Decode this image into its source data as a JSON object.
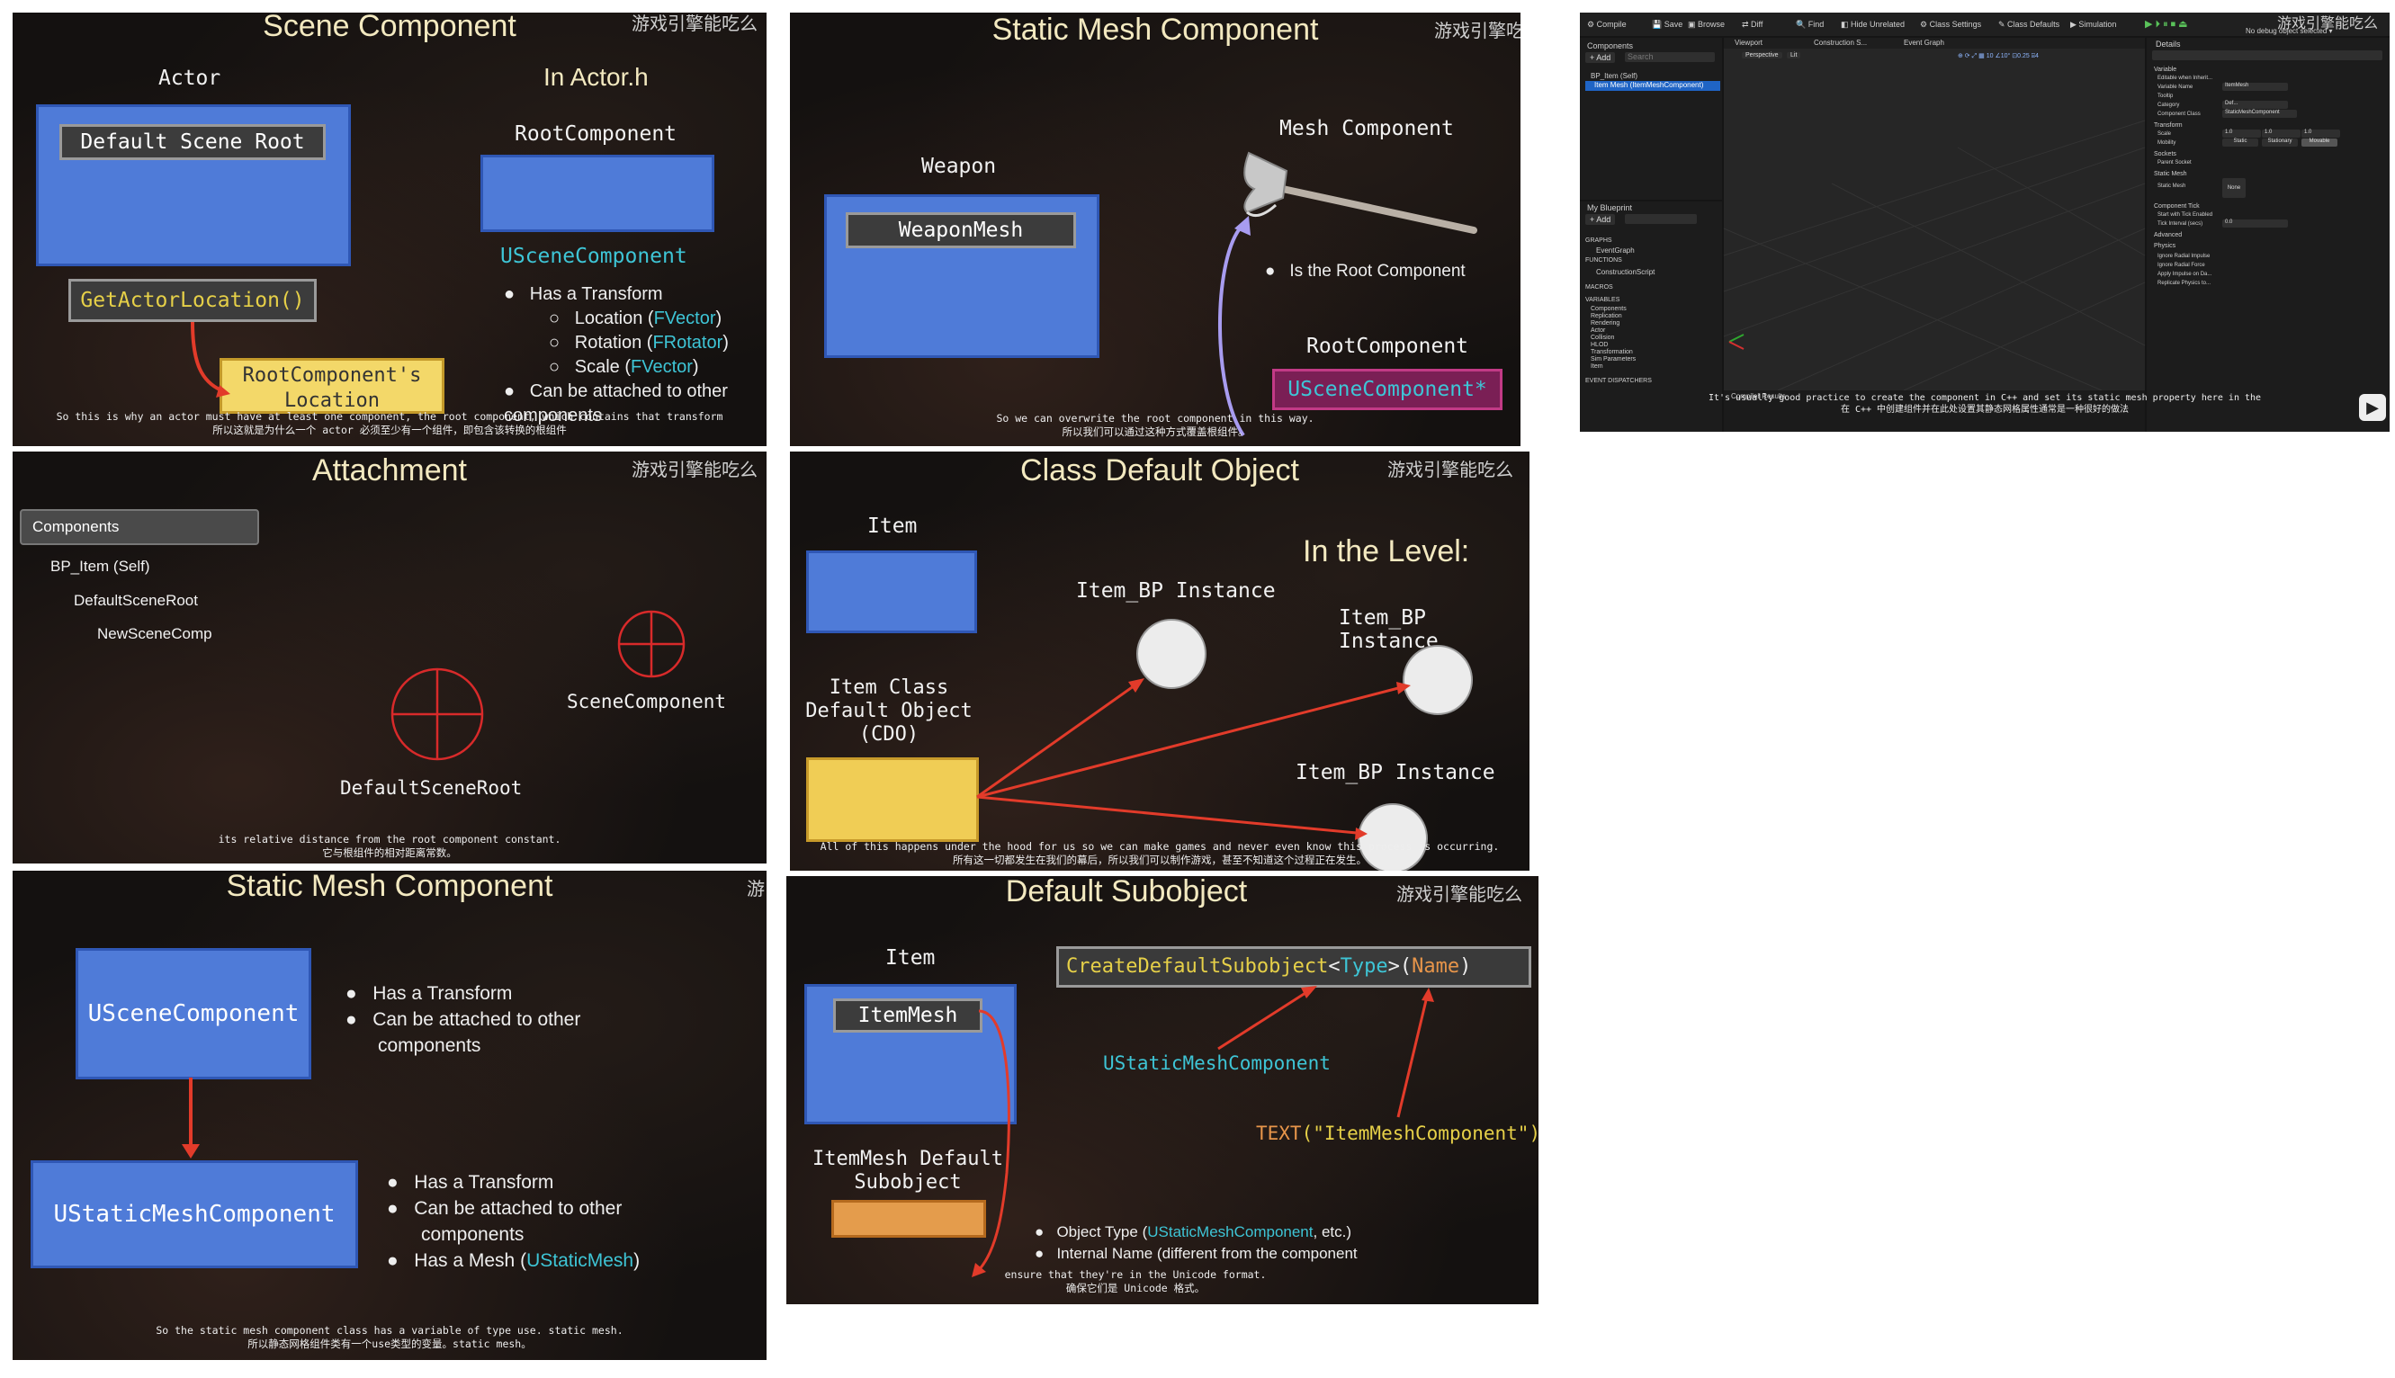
{
  "slides": {
    "scene_component": {
      "title": "Scene Component",
      "watermark": "游戏引擎能吃么",
      "actor_label": "Actor",
      "default_scene_root": "Default Scene Root",
      "get_actor_location": "GetActorLocation()",
      "root_component_location": "RootComponent's Location",
      "in_actor_h": "In Actor.h",
      "root_component": "RootComponent",
      "uscene_component": "USceneComponent",
      "bullets": [
        "Has a Transform",
        "Can be attached to other components"
      ],
      "sub_bullets": [
        {
          "name": "Location",
          "type": "FVector"
        },
        {
          "name": "Rotation",
          "type": "FRotator"
        },
        {
          "name": "Scale",
          "type": "FVector"
        }
      ],
      "subtitle_en": "So this is why an actor must have at least one component, the root component, which contains that transform",
      "subtitle_zh": "所以这就是为什么一个 actor 必须至少有一个组件，即包含该转换的根组件"
    },
    "static_mesh_1": {
      "title": "Static Mesh Component",
      "watermark": "游戏引擎吃",
      "weapon_label": "Weapon",
      "weapon_mesh": "WeaponMesh",
      "mesh_component": "Mesh Component",
      "bullet": "Is the Root Component",
      "root_component": "RootComponent",
      "uscene_component_ptr": "USceneComponent*",
      "subtitle_en": "So we can overwrite the root component in this way.",
      "subtitle_zh": "所以我们可以通过这种方式覆盖根组件。"
    },
    "editor": {
      "toolbar": [
        "Compile",
        "Save",
        "Browse",
        "Diff",
        "Find",
        "Hide Unrelated",
        "Class Settings",
        "Class Defaults",
        "Simulation"
      ],
      "watermark": "游戏引擎能吃么",
      "debug_selector": "No debug object selected",
      "components_tab": "Components",
      "add_button": "+ Add",
      "search_placeholder": "Search",
      "tree": [
        "BP_Item (Self)",
        "Item Mesh (ItemMeshComponent)"
      ],
      "my_blueprint_tab": "My Blueprint",
      "graphs_section": "GRAPHS",
      "graphs": [
        "EventGraph"
      ],
      "functions_section": "FUNCTIONS",
      "functions": [
        "ConstructionScript"
      ],
      "macros_section": "MACROS",
      "variables_section": "VARIABLES",
      "variable_categories": [
        "Components",
        "Replication",
        "Rendering",
        "Actor",
        "Collision",
        "HLOD",
        "Transformation",
        "Sim Parameters",
        "Item"
      ],
      "dispatchers_section": "EVENT DISPATCHERS",
      "viewport_tabs": [
        "Viewport",
        "Construction S...",
        "Event Graph"
      ],
      "viewport_mode": [
        "Perspective",
        "Lit"
      ],
      "viewport_readouts": [
        "10",
        "10°",
        "0.25",
        "4"
      ],
      "compiler_results_tab": "Compiler Results",
      "details_tab": "Details",
      "details_sections": [
        "Variable",
        "Transform",
        "Sockets",
        "Static Mesh",
        "Component Tick",
        "Advanced",
        "Physics"
      ],
      "details_rows": [
        "Editable when Inherit...",
        "Variable Name",
        "Tooltip",
        "Category",
        "Component Class",
        "Scale",
        "Mobility",
        "Parent Socket",
        "Static Mesh",
        "Start with Tick Enabled",
        "Tick Interval (secs)",
        "Ignore Radial Impulse",
        "Ignore Radial Force",
        "Apply Impulse on Da...",
        "Replicate Physics to..."
      ],
      "details_values": {
        "variable_name": "ItemMesh",
        "category": "Def...",
        "component_class": "StaticMeshComponent",
        "scale": [
          "1.0",
          "1.0",
          "1.0"
        ],
        "mobility": [
          "Static",
          "Stationary",
          "Movable"
        ],
        "static_mesh": "None",
        "tick_interval": "0.0"
      },
      "subtitle_en": "It's usually good practice to create the component in C++ and set its static mesh property here in the",
      "subtitle_zh": "在 C++ 中创建组件并在此处设置其静态网格属性通常是一种很好的做法"
    },
    "attachment": {
      "title": "Attachment",
      "watermark": "游戏引擎能吃么",
      "components_header": "Components",
      "tree": [
        "BP_Item (Self)",
        "DefaultSceneRoot",
        "NewSceneComp"
      ],
      "scene_component": "SceneComponent",
      "default_scene_root": "DefaultSceneRoot",
      "subtitle_en": "its relative distance from the root component constant.",
      "subtitle_zh": "它与根组件的相对距离常数。"
    },
    "cdo": {
      "title": "Class Default Object",
      "watermark": "游戏引擎能吃么",
      "item_label": "Item",
      "in_the_level": "In the Level:",
      "instance_label": "Item_BP Instance",
      "cdo_label": "Item Class Default Object (CDO)",
      "subtitle_en": "All of this happens under the hood for us so we can make games and never even know this process is occurring.",
      "subtitle_zh": "所有这一切都发生在我们的幕后，所以我们可以制作游戏，甚至不知道这个过程正在发生。"
    },
    "static_mesh_2": {
      "title": "Static Mesh Component",
      "watermark": "游",
      "uscene_component": "USceneComponent",
      "ustatic_mesh_component": "UStaticMeshComponent",
      "bullets_top": [
        "Has a Transform",
        "Can be attached to other components"
      ],
      "bullets_bottom_plain": [
        "Has a Transform",
        "Can be attached to other components"
      ],
      "bullet_mesh_prefix": "Has a Mesh (",
      "bullet_mesh_type": "UStaticMesh",
      "bullet_mesh_suffix": ")",
      "subtitle_en": "So the static mesh component class has a variable of type use. static mesh.",
      "subtitle_zh": "所以静态网格组件类有一个use类型的变量。static mesh。"
    },
    "default_subobject": {
      "title": "Default Subobject",
      "watermark": "游戏引擎能吃么",
      "item_label": "Item",
      "item_mesh": "ItemMesh",
      "create_fn": "CreateDefaultSubobject",
      "lt": "<",
      "type": "Type",
      "gt": ">",
      "lparen": "(",
      "name": "Name",
      "rparen": ")",
      "ustatic_mesh_component": "UStaticMeshComponent",
      "text_macro": "TEXT",
      "text_arg": "(\"ItemMeshComponent\")",
      "item_mesh_default_subobject": "ItemMesh Default Subobject",
      "bullet1_prefix": "Object Type (",
      "bullet1_type": "UStaticMeshComponent",
      "bullet1_suffix": ", etc.)",
      "bullet2": "Internal Name (different from the component",
      "subtitle_en": "ensure that they're in the Unicode format.",
      "subtitle_zh": "确保它们是 Unicode 格式。"
    }
  }
}
